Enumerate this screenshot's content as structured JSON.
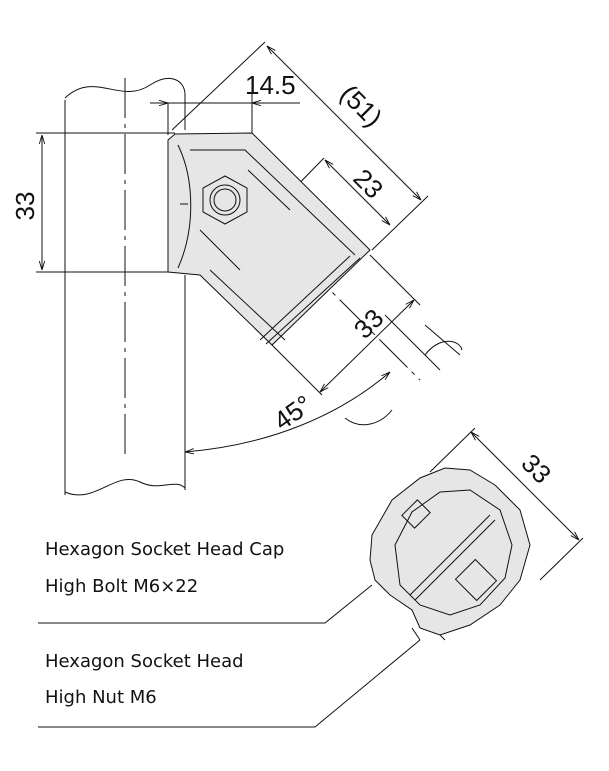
{
  "dimensions": {
    "pipe_height": "33",
    "offset": "14.5",
    "overall": "(51)",
    "depth": "23",
    "pipe_width": "33",
    "angle": "45°",
    "end_view_width": "33"
  },
  "labels": {
    "bolt_line1": "Hexagon Socket Head Cap",
    "bolt_line2": "High Bolt M6×22",
    "nut_line1": "Hexagon Socket Head",
    "nut_line2": "High Nut M6"
  },
  "colors": {
    "line": "#111111",
    "part_fill": "#e6e6e6"
  }
}
